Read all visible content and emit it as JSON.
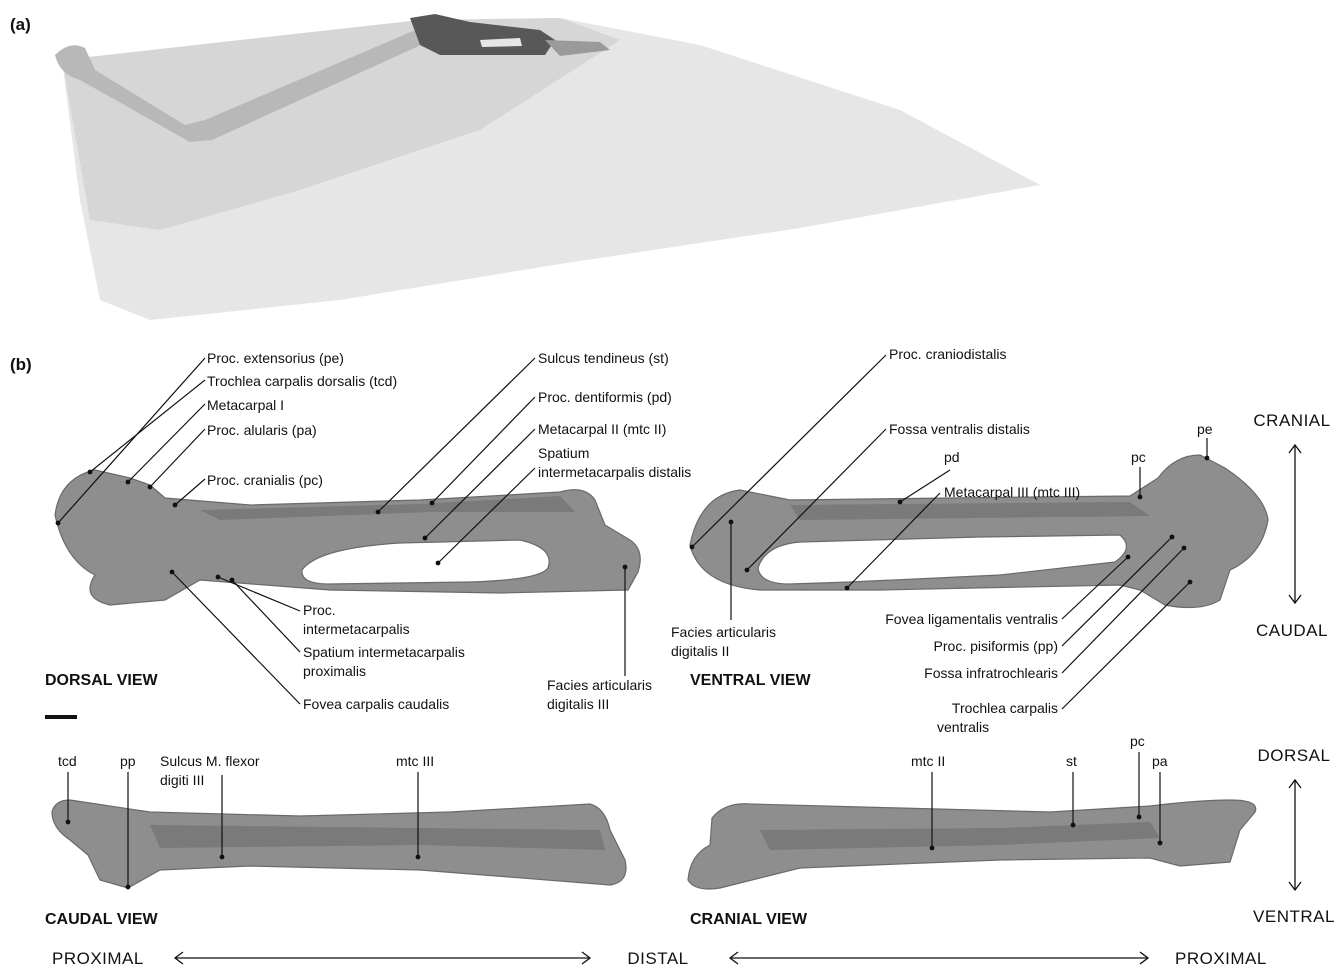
{
  "panels": {
    "a": "(a)",
    "b": "(b)"
  },
  "views": {
    "dorsal": "DORSAL VIEW",
    "ventral": "VENTRAL VIEW",
    "caudal": "CAUDAL VIEW",
    "cranial": "CRANIAL VIEW"
  },
  "orientation": {
    "cranial": "CRANIAL",
    "caudal": "CAUDAL",
    "dorsal": "DORSAL",
    "ventral": "VENTRAL",
    "proximal_left": "PROXIMAL",
    "distal": "DISTAL",
    "proximal_right": "PROXIMAL"
  },
  "dorsal_labels": {
    "pe": "Proc. extensorius (pe)",
    "tcd": "Trochlea carpalis dorsalis (tcd)",
    "mc1": "Metacarpal I",
    "pa": "Proc. alularis (pa)",
    "pc": "Proc. cranialis (pc)",
    "st": "Sulcus tendineus (st)",
    "pd": "Proc. dentiformis (pd)",
    "mtc2": "Metacarpal II (mtc II)",
    "sid_1": "Spatium",
    "sid_2": "intermetacarpalis distalis",
    "pim_1": "Proc.",
    "pim_2": "intermetacarpalis",
    "sip_1": "Spatium intermetacarpalis",
    "sip_2": "proximalis",
    "fcc": "Fovea carpalis caudalis",
    "fad3_1": "Facies articularis",
    "fad3_2": "digitalis III"
  },
  "ventral_labels": {
    "pcd": "Proc. craniodistalis",
    "fvd": "Fossa ventralis distalis",
    "pd": "pd",
    "mtc3": "Metacarpal III (mtc III)",
    "pc": "pc",
    "pe": "pe",
    "fad2_1": "Facies articularis",
    "fad2_2": "digitalis II",
    "flv": "Fovea ligamentalis ventralis",
    "pp": "Proc. pisiformis (pp)",
    "fit": "Fossa infratrochlearis",
    "tcv_1": "Trochlea carpalis",
    "tcv_2": "ventralis"
  },
  "caudal_labels": {
    "tcd": "tcd",
    "pp": "pp",
    "smf_1": "Sulcus M. flexor",
    "smf_2": "digiti III",
    "mtc3": "mtc III"
  },
  "cranial_labels": {
    "mtc2": "mtc II",
    "st": "st",
    "pc": "pc",
    "pa": "pa"
  }
}
